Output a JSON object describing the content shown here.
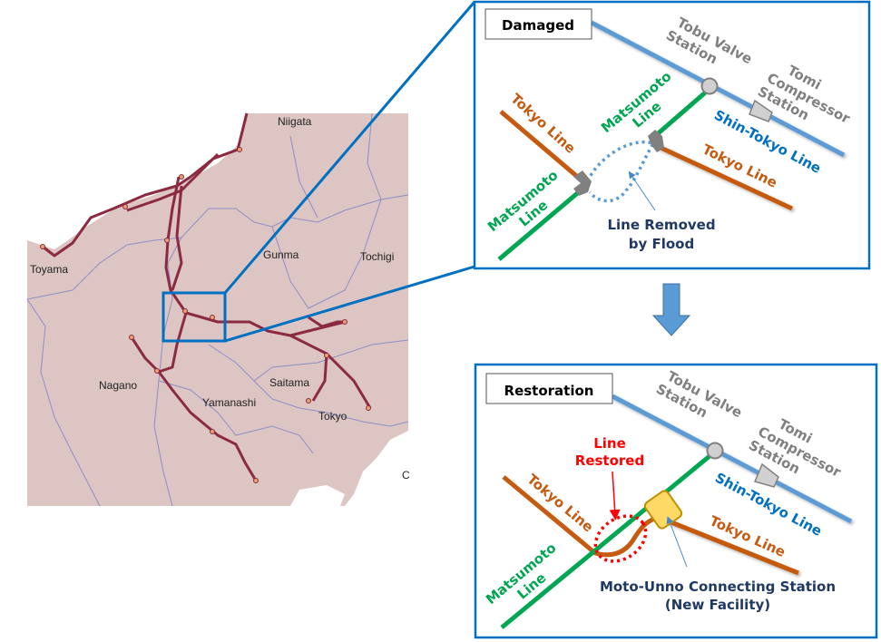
{
  "map": {
    "labels": {
      "niigata": "Niigata",
      "toyama": "Toyama",
      "gunma": "Gunma",
      "tochigi": "Tochigi",
      "nagano": "Nagano",
      "yamanashi": "Yamanashi",
      "saitama": "Saitama",
      "tokyo": "Tokyo",
      "c": "C"
    },
    "colors": {
      "land": "#dcc5c3",
      "rail": "#8b2a40",
      "border": "#8f8fc4",
      "highlight": "#0070c0"
    }
  },
  "damaged": {
    "title": "Damaged",
    "tobu_line1": "Tobu Valve",
    "tobu_line2": "Station",
    "tomi_line1": "Tomi",
    "tomi_line2": "Compressor",
    "tomi_line3": "Station",
    "shin_tokyo": "Shin-Tokyo Line",
    "tokyo_left": "Tokyo Line",
    "tokyo_right": "Tokyo Line",
    "matsumoto_upper1": "Matsumoto",
    "matsumoto_upper2": "Line",
    "matsumoto_lower1": "Matsumoto",
    "matsumoto_lower2": "Line",
    "removed1": "Line Removed",
    "removed2": "by Flood"
  },
  "restoration": {
    "title": "Restoration",
    "tobu_line1": "Tobu Valve",
    "tobu_line2": "Station",
    "tomi_line1": "Tomi",
    "tomi_line2": "Compressor",
    "tomi_line3": "Station",
    "shin_tokyo": "Shin-Tokyo Line",
    "tokyo_left": "Tokyo Line",
    "tokyo_right": "Tokyo Line",
    "matsumoto1": "Matsumoto",
    "matsumoto2": "Line",
    "restored1": "Line",
    "restored2": "Restored",
    "station1": "Moto-Unno Connecting Station",
    "station2": "(New Facility)"
  },
  "colors": {
    "shin_tokyo": "#5b9bd5",
    "tokyo": "#c55a11",
    "matsumoto": "#00a651",
    "panel_border": "#0070c0",
    "restored": "#ff0000",
    "new_facility": "#ffd966"
  }
}
